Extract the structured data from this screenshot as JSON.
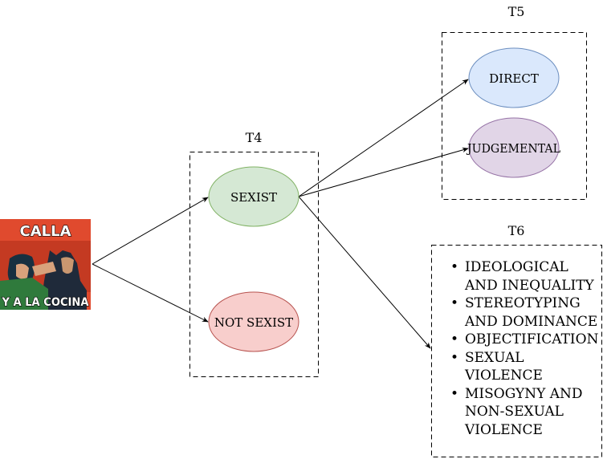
{
  "meme": {
    "top_text": "CALLA",
    "bottom_text": "Y A LA COCINA"
  },
  "groups": {
    "t4": {
      "title": "T4"
    },
    "t5": {
      "title": "T5"
    },
    "t6": {
      "title": "T6"
    }
  },
  "nodes": {
    "sexist": "SEXIST",
    "not_sexist": "NOT SEXIST",
    "direct": "DIRECT",
    "judgemental": "JUDGEMENTAL"
  },
  "t6_items": [
    "IDEOLOGICAL AND INEQUALITY",
    "STEREOTYPING AND DOMINANCE",
    "OBJECTIFICATION",
    "SEXUAL VIOLENCE",
    "MISOGYNY AND NON-SEXUAL VIOLENCE"
  ],
  "colors": {
    "sexist_fill": "#d5e8d4",
    "sexist_stroke": "#82b366",
    "not_sexist_fill": "#f8cecc",
    "not_sexist_stroke": "#b85450",
    "direct_fill": "#dae8fc",
    "direct_stroke": "#6c8ebf",
    "judgemental_fill": "#e1d5e7",
    "judgemental_stroke": "#9673a6",
    "meme_background": "#e04a2e"
  }
}
